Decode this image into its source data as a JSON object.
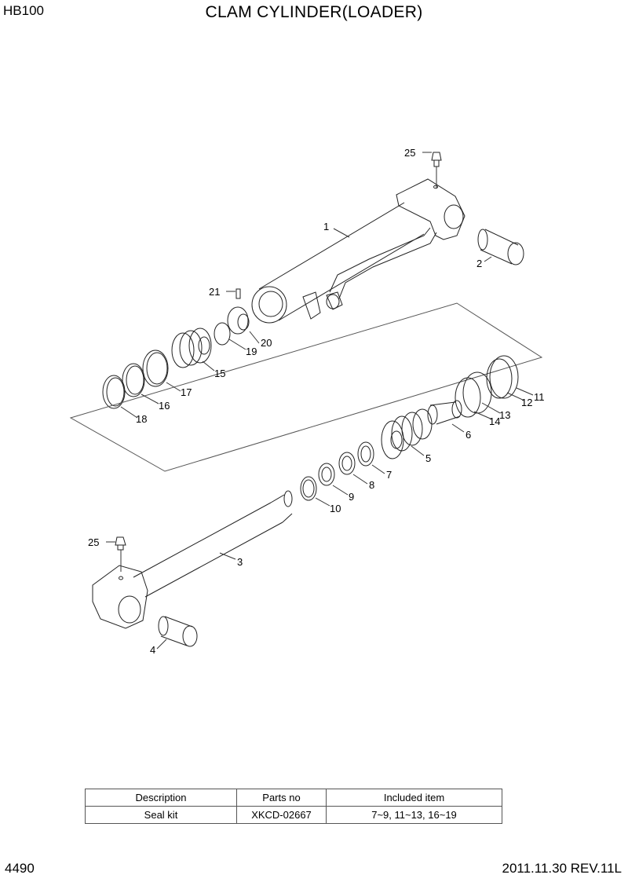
{
  "header": {
    "model": "HB100",
    "title": "CLAM CYLINDER(LOADER)"
  },
  "callouts": {
    "c1": "1",
    "c2": "2",
    "c3": "3",
    "c4": "4",
    "c5": "5",
    "c6": "6",
    "c7": "7",
    "c8": "8",
    "c9": "9",
    "c10": "10",
    "c11": "11",
    "c12": "12",
    "c13": "13",
    "c14": "14",
    "c15": "15",
    "c16": "16",
    "c17": "17",
    "c18": "18",
    "c19": "19",
    "c20": "20",
    "c21": "21",
    "c25a": "25",
    "c25b": "25"
  },
  "kit_table": {
    "headers": [
      "Description",
      "Parts no",
      "Included item"
    ],
    "rows": [
      [
        "Seal kit",
        "XKCD-02667",
        "7~9, 11~13, 16~19"
      ]
    ]
  },
  "footer": {
    "page": "4490",
    "revision": "2011.11.30  REV.11L"
  }
}
